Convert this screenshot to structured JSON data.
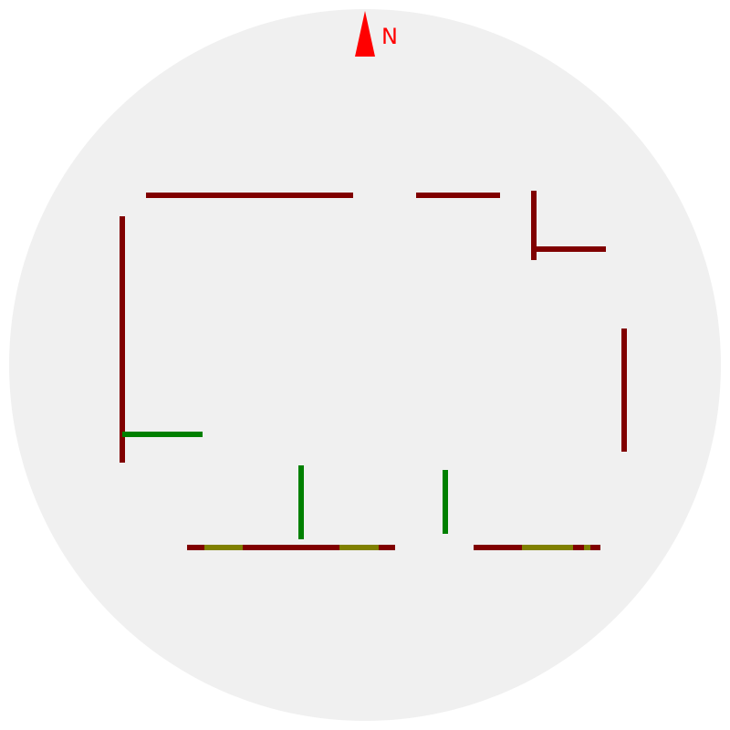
{
  "map": {
    "background_color": "#f0f0f0",
    "page_color": "#ffffff",
    "compass": {
      "label": "N",
      "icon": "north-arrow-icon",
      "color": "#ff0000"
    },
    "legend_colors": {
      "wall": "#800000",
      "window": "#808000",
      "interior_wall": "#008000"
    },
    "segment_types": [
      "wall",
      "wall",
      "wall",
      "wall",
      "wall",
      "wall",
      "interior_wall",
      "interior_wall",
      "interior_wall",
      "wall",
      "window",
      "wall",
      "window",
      "wall",
      "wall",
      "window",
      "wall",
      "window",
      "wall"
    ]
  }
}
